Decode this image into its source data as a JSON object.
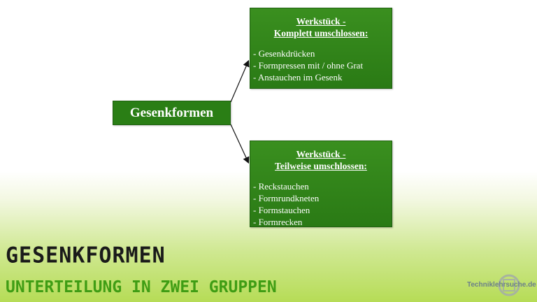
{
  "diagram": {
    "root": {
      "label": "Gesenkformen"
    },
    "groups": [
      {
        "title_line1": "Werkstück -",
        "title_line2": "Komplett umschlossen:",
        "items": [
          "- Gesenkdrücken",
          "- Formpressen mit / ohne Grat",
          "- Anstauchen im Gesenk"
        ]
      },
      {
        "title_line1": "Werkstück -",
        "title_line2": "Teilweise umschlossen:",
        "items": [
          "- Reckstauchen",
          "- Formrundkneten",
          "- Formstauchen",
          "- Formrecken"
        ]
      }
    ]
  },
  "footer": {
    "title": "GESENKFORMEN",
    "subtitle": "UNTERTEILUNG IN ZWEI GRUPPEN"
  },
  "brand": {
    "text": "Techniklehrsuche.de"
  },
  "colors": {
    "box_green": "#2a7e15",
    "subtitle_green": "#3f9d14",
    "title_dark": "#1a1a1a"
  }
}
